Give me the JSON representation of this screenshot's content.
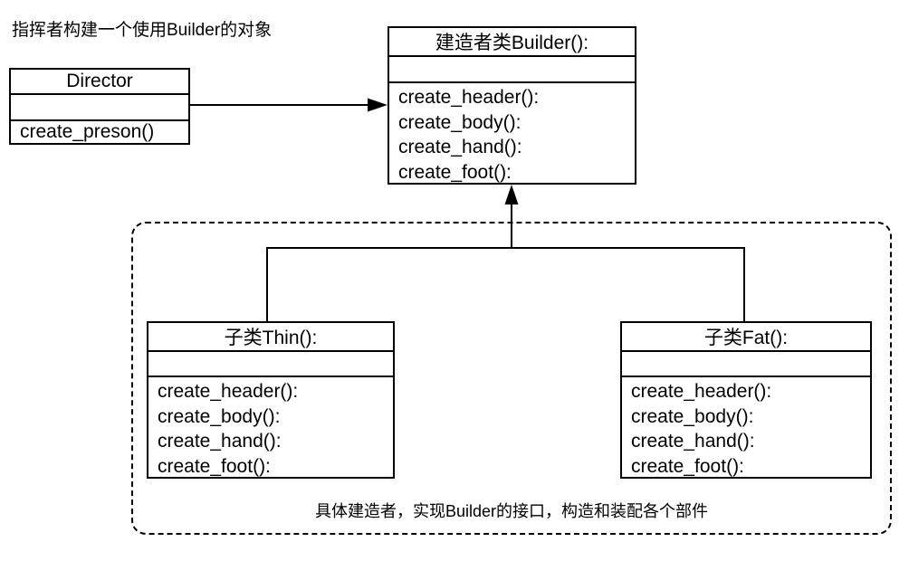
{
  "top_label": "指挥者构建一个使用Builder的对象",
  "director_box": {
    "title": "Director",
    "methods": [
      "create_preson()"
    ]
  },
  "builder_box": {
    "title": "建造者类Builder():",
    "methods": [
      "create_header():",
      "create_body():",
      "create_hand():",
      "create_foot():"
    ]
  },
  "thin_box": {
    "title": "子类Thin():",
    "methods": [
      "create_header():",
      "create_body():",
      "create_hand():",
      "create_foot():"
    ]
  },
  "fat_box": {
    "title": "子类Fat():",
    "methods": [
      "create_header():",
      "create_body():",
      "create_hand():",
      "create_foot():"
    ]
  },
  "group_caption": "具体建造者，实现Builder的接口，构造和装配各个部件",
  "colors": {
    "line": "#000000",
    "background": "#ffffff"
  }
}
